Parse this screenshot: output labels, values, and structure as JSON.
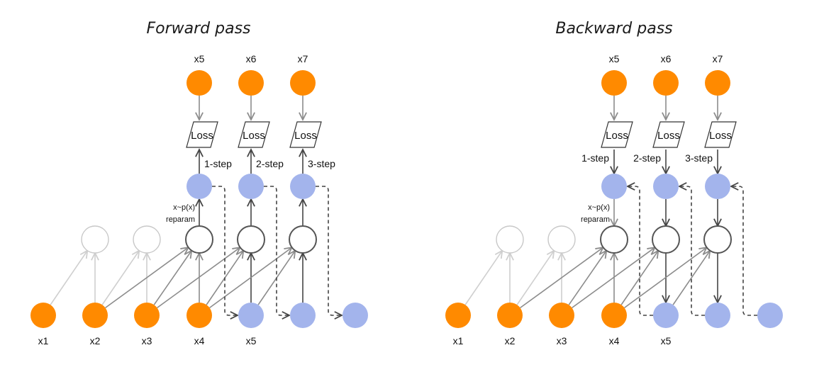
{
  "colors": {
    "observed": "#FF8A00",
    "predicted": "#A3B4EC",
    "hidden_active": "#555555",
    "hidden_faded": "#C8C8C8",
    "edge_active": "#8C8C8C",
    "edge_faded": "#CFCFCF",
    "edge_dark": "#444444",
    "edge_dashed": "#444444"
  },
  "loss_label": "Loss",
  "reparam_lines": [
    "x~p(x)",
    "reparam"
  ],
  "panels": [
    {
      "id": "forward",
      "title": "Forward pass",
      "top_labels": [
        "x5",
        "x6",
        "x7"
      ],
      "step_labels": [
        "1-step",
        "2-step",
        "3-step"
      ],
      "bottom_labels": [
        "x1",
        "x2",
        "x3",
        "x4",
        "x5",
        ""
      ]
    },
    {
      "id": "backward",
      "title": "Backward pass",
      "top_labels": [
        "x5",
        "x6",
        "x7"
      ],
      "step_labels": [
        "1-step",
        "2-step",
        "3-step"
      ],
      "bottom_labels": [
        "x1",
        "x2",
        "x3",
        "x4",
        "x5",
        ""
      ]
    }
  ]
}
